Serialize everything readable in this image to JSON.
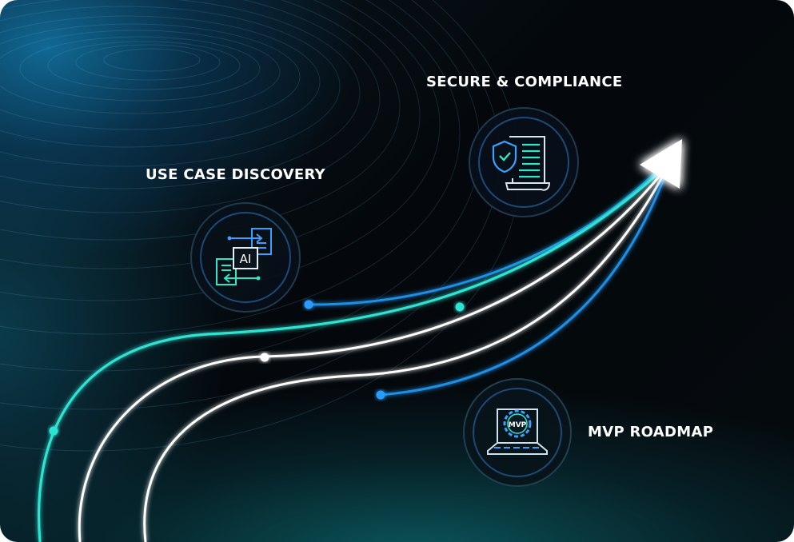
{
  "labels": {
    "secure_compliance": "SECURE & COMPLIANCE",
    "use_case_discovery": "USE CASE DISCOVERY",
    "mvp_roadmap": "MVP ROADMAP"
  },
  "icons": {
    "document_shield": "shield-document-icon",
    "ai_workflow": "ai-workflow-icon",
    "mvp_laptop": "mvp-laptop-icon",
    "ai_text": "AI",
    "mvp_text": "MVP"
  },
  "colors": {
    "teal_line": "#2de3d2",
    "white_line": "#ffffff",
    "blue_line": "#1f8fe6",
    "icon_ring": "#1e3a4e",
    "icon_stroke_blue": "#3aa0ff",
    "icon_stroke_teal": "#2ee6c8"
  }
}
